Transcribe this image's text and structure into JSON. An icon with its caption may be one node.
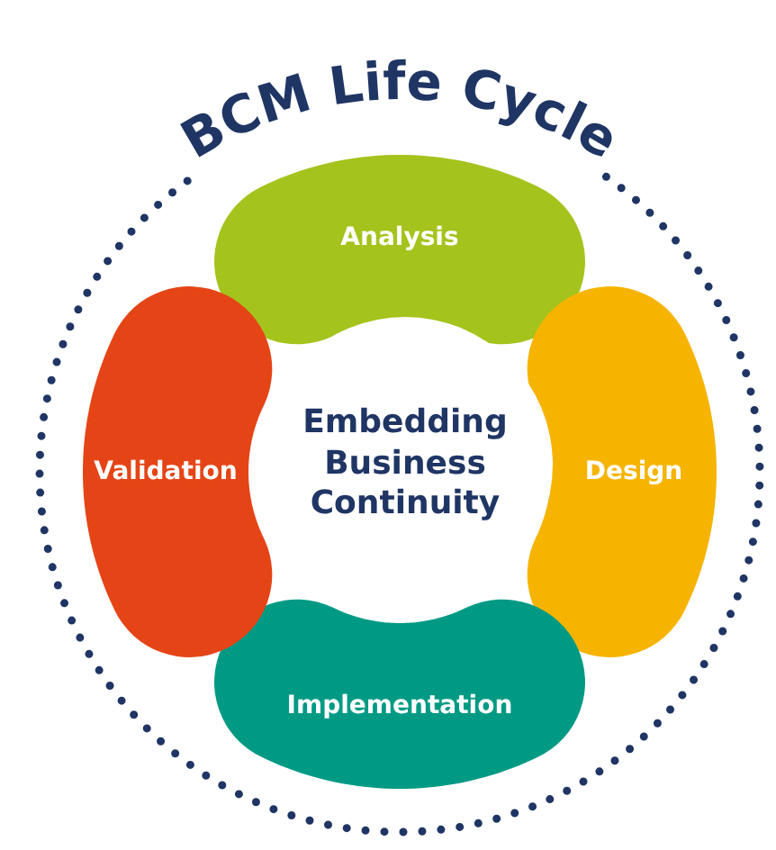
{
  "diagram": {
    "title": "BCM Life Cycle",
    "nodes": [
      {
        "text": [
          "Embedding Business Continuity"
        ]
      },
      {
        "text": [
          "Analysis"
        ]
      },
      {
        "text": [
          "Design"
        ]
      },
      {
        "text": [
          "Implementation"
        ]
      },
      {
        "text": [
          "Validation"
        ]
      }
    ]
  }
}
